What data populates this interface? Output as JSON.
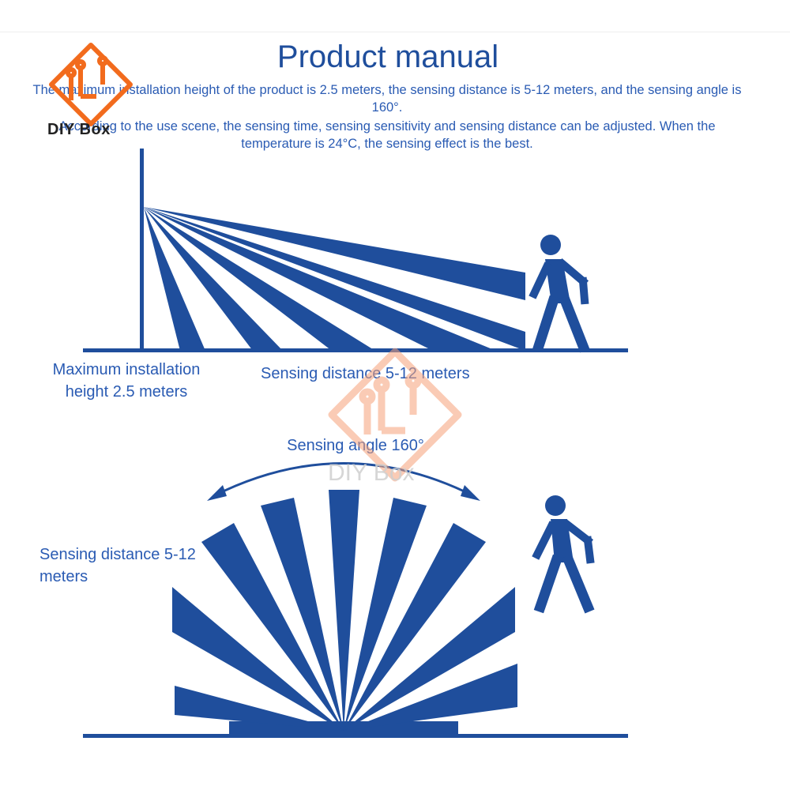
{
  "header": {
    "title": "Product manual",
    "paragraph1": "The maximum installation height of the product is 2.5 meters, the sensing distance is 5-12 meters, and the sensing angle is 160°.",
    "paragraph2": "According to the use scene, the sensing time, sensing sensitivity and sensing distance can be adjusted. When the temperature is 24°C, the sensing effect is the best."
  },
  "side_view": {
    "height_label": "Maximum installation height 2.5 meters",
    "distance_label": "Sensing distance 5-12 meters"
  },
  "top_view": {
    "angle_label": "Sensing angle 160°",
    "distance_label": "Sensing distance 5-12 meters"
  },
  "brand": {
    "logo_text": "DIY Box",
    "watermark_text": "DIY Box"
  },
  "colors": {
    "diagram_blue": "#1f4e9c",
    "text_blue": "#2a5bb3",
    "logo_orange": "#f26b1d"
  },
  "icons": [
    "walking-person-icon",
    "double-arrow-arc-icon",
    "circuit-logo-icon"
  ]
}
